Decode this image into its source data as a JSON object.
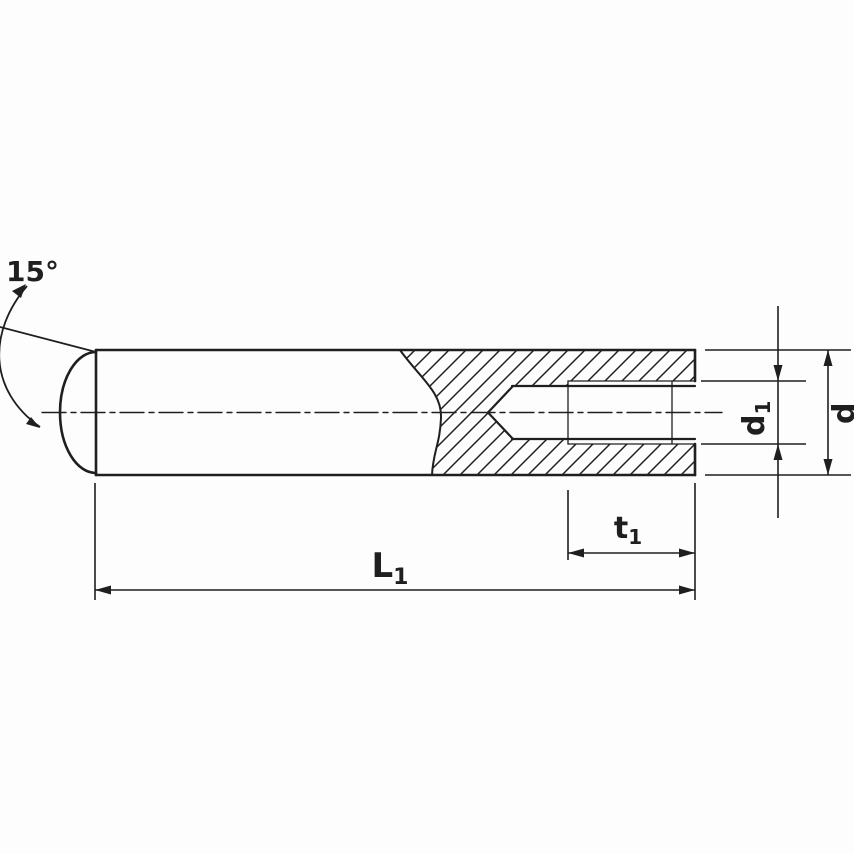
{
  "drawing": {
    "labels": {
      "chamfer_angle": "15°",
      "overall_length": {
        "main": "L",
        "sub": "1"
      },
      "thread_length": {
        "main": "t",
        "sub": "1"
      },
      "thread_diameter": {
        "main": "d",
        "sub": "1"
      },
      "pin_diameter": "d"
    },
    "colors": {
      "line": "#1f1f1f",
      "background": "#fdfdfd"
    }
  }
}
